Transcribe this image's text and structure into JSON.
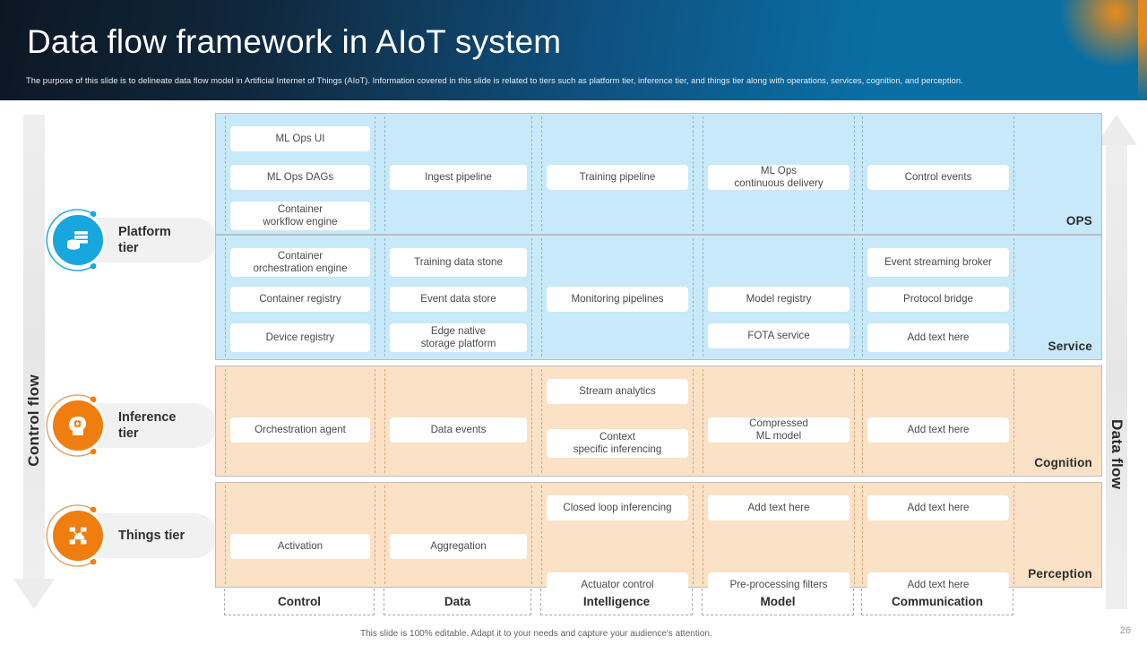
{
  "header": {
    "title": "Data flow framework in AIoT system",
    "subtitle": "The purpose of this slide is to delineate data flow model in Artificial Internet of Things (AIoT). Information covered in this slide is related to tiers such as platform tier, inference tier, and things tier along with operations, services, cognition, and perception."
  },
  "flows": {
    "left": {
      "label": "Control flow",
      "direction": "down"
    },
    "right": {
      "label": "Data flow",
      "direction": "up"
    }
  },
  "tiers": [
    {
      "label": "Platform\ntier",
      "line1": "Platform",
      "line2": "tier",
      "icon": "server-stack-icon",
      "color": "#17a6dd"
    },
    {
      "label": "Inference tier",
      "line1": "Inference",
      "line2": "tier",
      "icon": "head-gear-icon",
      "color": "#ef7d10"
    },
    {
      "label": "Things tier",
      "line1": "Things tier",
      "line2": "",
      "icon": "iot-network-icon",
      "color": "#ef7d10"
    }
  ],
  "columns": [
    {
      "label": "Control"
    },
    {
      "label": "Data"
    },
    {
      "label": "Intelligence"
    },
    {
      "label": "Model"
    },
    {
      "label": "Communication"
    }
  ],
  "bands": [
    {
      "name": "OPS",
      "tone": "blue",
      "cells": {
        "control": [
          "ML Ops UI",
          "ML Ops DAGs",
          "Container\nworkflow engine"
        ],
        "data": [
          "Ingest pipeline"
        ],
        "intelligence": [
          "Training pipeline"
        ],
        "model": [
          "ML Ops\ncontinuous delivery"
        ],
        "communication": [
          "Control events"
        ]
      }
    },
    {
      "name": "Service",
      "tone": "blue",
      "cells": {
        "control": [
          "Container\norchestration engine",
          "Container registry",
          "Device registry"
        ],
        "data": [
          "Training data stone",
          "Event data store",
          "Edge native\nstorage platform"
        ],
        "intelligence": [
          "Monitoring pipelines"
        ],
        "model": [
          "Model registry",
          "FOTA service"
        ],
        "communication": [
          "Event streaming broker",
          "Protocol bridge",
          "Add text here"
        ]
      }
    },
    {
      "name": "Cognition",
      "tone": "peach",
      "cells": {
        "control": [
          "Orchestration agent"
        ],
        "data": [
          "Data events"
        ],
        "intelligence": [
          "Stream analytics",
          "Context\nspecific inferencing"
        ],
        "model": [
          "Compressed\nML model"
        ],
        "communication": [
          "Add text here"
        ]
      }
    },
    {
      "name": "Perception",
      "tone": "peach",
      "cells": {
        "control": [
          "Activation"
        ],
        "data": [
          "Aggregation"
        ],
        "intelligence": [
          "Closed loop inferencing",
          "Actuator control"
        ],
        "model": [
          "Add text here",
          "Pre-processing filters"
        ],
        "communication": [
          "Add text here",
          "Add text here"
        ]
      }
    }
  ],
  "footer": {
    "note": "This slide is 100% editable. Adapt it to your needs and capture your audience's attention.",
    "page": "26"
  },
  "colors": {
    "band_blue": "#c7e9f9",
    "band_peach": "#fbe1c6",
    "accent_blue": "#17a6dd",
    "accent_orange": "#ef7d10",
    "header_blue": "#0a6ea3"
  }
}
